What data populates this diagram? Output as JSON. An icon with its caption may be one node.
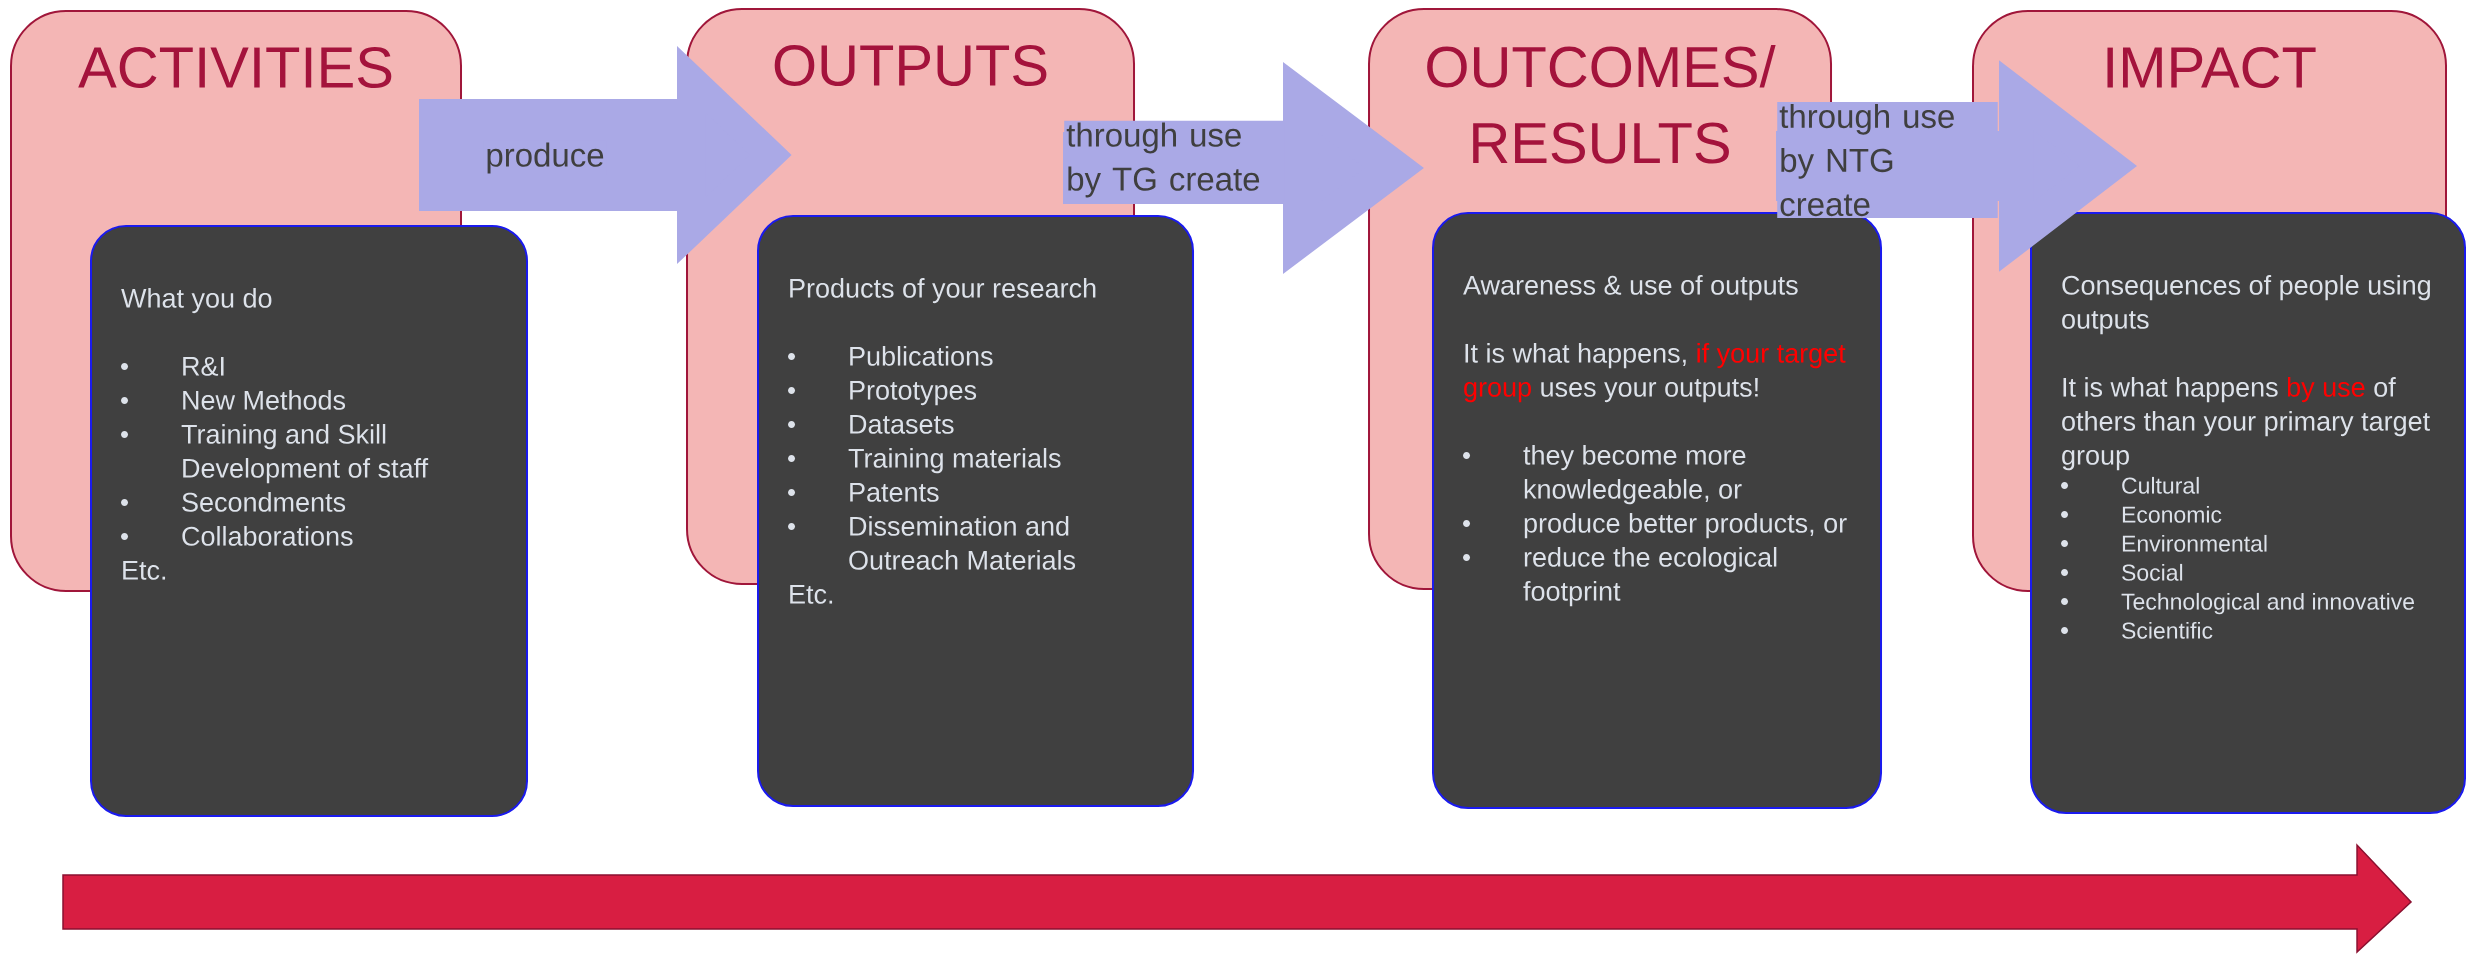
{
  "diagram": {
    "nodes": [
      {
        "text": [
          "ACTIVITIES"
        ]
      },
      {
        "text": [
          "What you do",
          "R&I",
          "New Methods",
          "Training and Skill Development of staff",
          "Secondments",
          "Collaborations",
          "Etc."
        ]
      },
      {
        "text": [
          "OUTPUTS"
        ]
      },
      {
        "text": [
          "Products of your research",
          "Publications",
          "Prototypes",
          "Datasets",
          "Training materials",
          "Patents",
          "Dissemination and Outreach Materials",
          "Etc."
        ]
      },
      {
        "text": [
          "OUTCOMES/ RESULTS"
        ]
      },
      {
        "text": [
          "Awareness & use of outputs",
          "It is what happens,",
          "if your target group",
          "uses your outputs!",
          "they become more knowledgeable, or",
          "produce better products, or",
          "reduce the ecological footprint"
        ]
      },
      {
        "text": [
          "IMPACT"
        ]
      },
      {
        "text": [
          "Consequences of people using outputs",
          "It is what happens",
          "by use",
          "of others than your primary target group",
          "Cultural",
          "Economic",
          "Environmental",
          "Social",
          "Technological and innovative",
          "Scientific"
        ]
      }
    ],
    "edges": [
      {
        "from": 0,
        "to": 2,
        "arrow": "to",
        "label": "produce"
      },
      {
        "from": 2,
        "to": 4,
        "arrow": "to",
        "label": "through use by TG create"
      },
      {
        "from": 4,
        "to": 6,
        "arrow": "to",
        "label": "through use by NTG create"
      }
    ]
  }
}
